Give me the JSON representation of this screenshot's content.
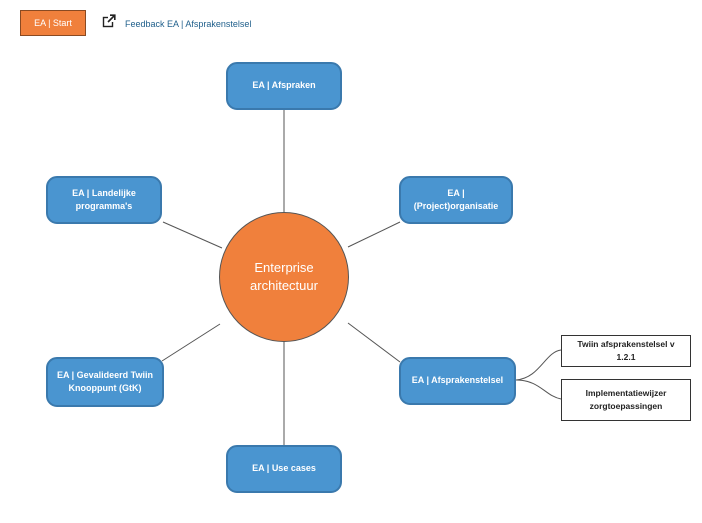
{
  "header": {
    "start_label": "EA | Start",
    "feedback_label": "Feedback EA | Afsprakenstelsel"
  },
  "diagram": {
    "hub_label": "Enterprise architectuur",
    "nodes": {
      "afspraken": "EA | Afspraken",
      "landelijke": "EA | Landelijke programma's",
      "organisatie": "EA | (Project)organisatie",
      "knooppunt": "EA | Gevalideerd Twiin Knooppunt (GtK)",
      "afsprakenstelsel": "EA | Afsprakenstelsel",
      "use_cases": "EA | Use cases"
    },
    "sub_nodes": {
      "twiin": "Twiin afsprakenstelsel v 1.2.1",
      "implementatiewijzer": "Implementatiewijzer zorgtoepassingen"
    }
  },
  "colors": {
    "hub": "#f0803c",
    "node_fill": "#4a95d0",
    "node_border": "#3a79ad",
    "start_button": "#f0803c",
    "link": "#1f5f8b"
  }
}
